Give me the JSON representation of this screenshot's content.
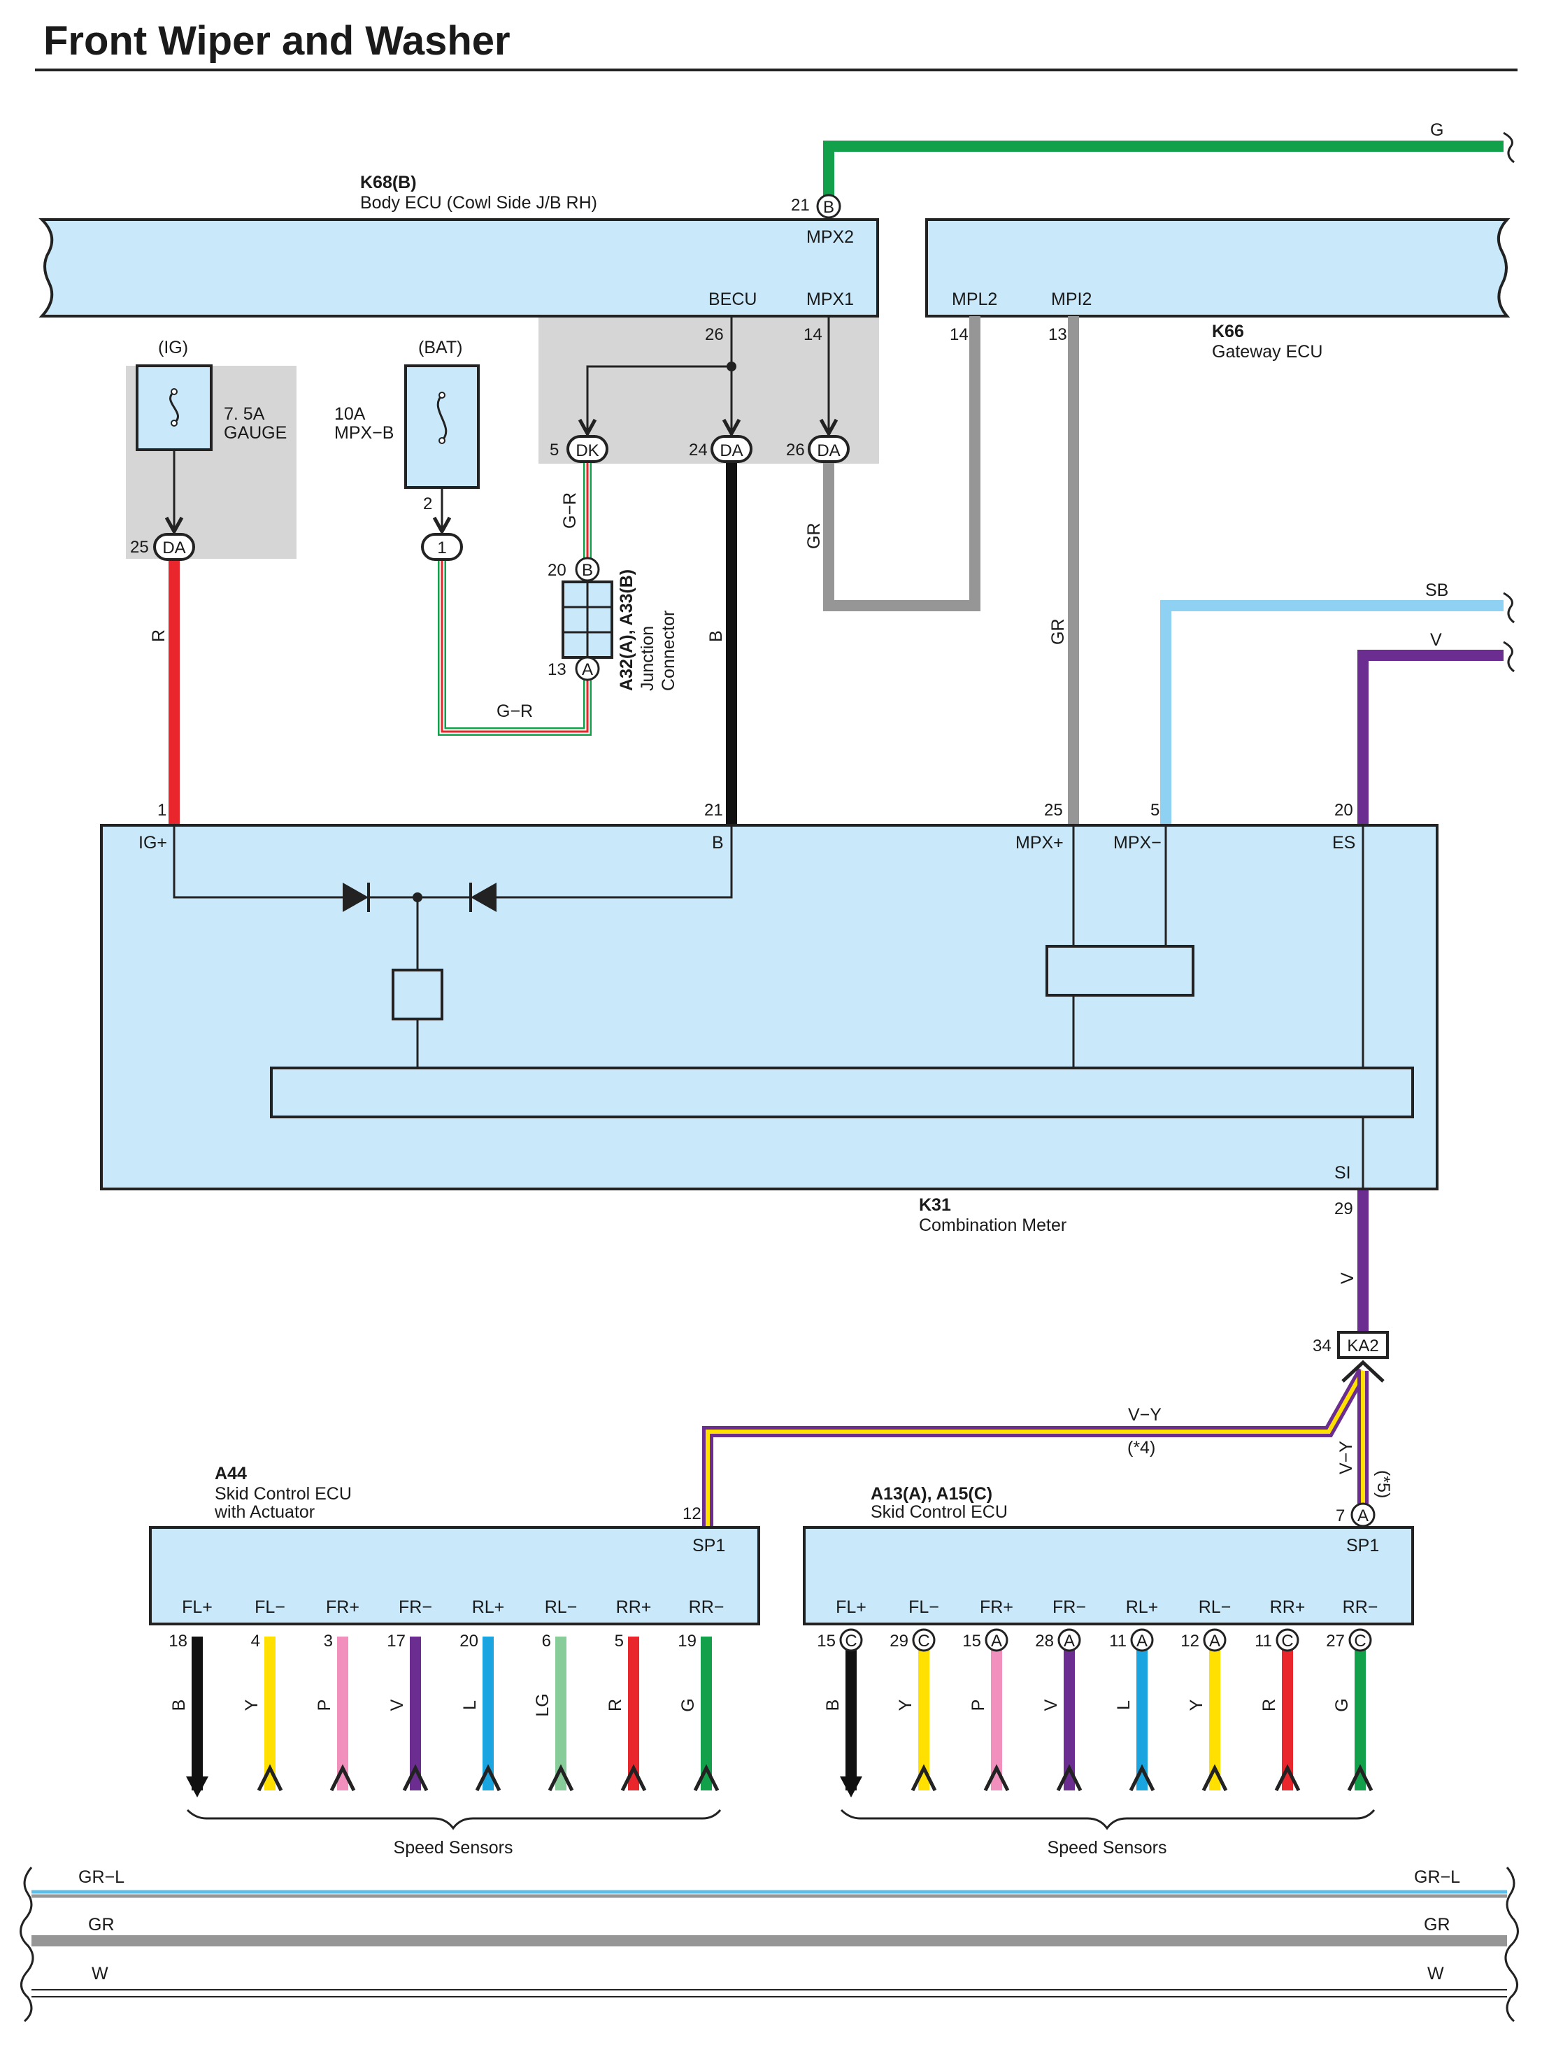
{
  "title": "Front Wiper and Washer",
  "colors": {
    "ecu_fill": "#c9e8f9",
    "junction_gray": "#d6d6d6",
    "wire_G": "#12a04a",
    "wire_R": "#e8262b",
    "wire_B": "#111111",
    "wire_GR": "#969696",
    "wire_SB": "#8fd1f3",
    "wire_V": "#6c2d91",
    "wire_Y": "#ffe000",
    "wire_P": "#f190bd",
    "wire_L": "#1aa4e0",
    "wire_LG": "#88cc9a",
    "wire_W": "#ffffff"
  },
  "components": {
    "body_ecu": {
      "code": "K68(B)",
      "name": "Body ECU (Cowl Side J/B RH)",
      "pins": {
        "mpx2": "MPX2",
        "becu": "BECU",
        "mpx1": "MPX1"
      }
    },
    "gateway_ecu": {
      "code": "K66",
      "name": "Gateway ECU",
      "pins": {
        "mpl2": "MPL2",
        "mpi2": "MPI2"
      }
    },
    "combination_meter": {
      "code": "K31",
      "name": "Combination Meter",
      "pins": {
        "ig": "IG+",
        "b": "B",
        "mpxp": "MPX+",
        "mpxm": "MPX−",
        "es": "ES",
        "si": "SI"
      }
    },
    "junction_connector": {
      "code": "A32(A), A33(B)",
      "name_line1": "Junction",
      "name_line2": "Connector"
    },
    "skid_a44": {
      "code": "A44",
      "name_line1": "Skid Control ECU",
      "name_line2": "with Actuator"
    },
    "skid_a13": {
      "code": "A13(A), A15(C)",
      "name": "Skid Control ECU"
    },
    "fuse_ig": {
      "source": "(IG)",
      "rating": "7. 5A",
      "name": "GAUGE"
    },
    "fuse_bat": {
      "source": "(BAT)",
      "rating": "10A",
      "name": "MPX−B"
    }
  },
  "pin_numbers": {
    "mpx2": "21",
    "becu": "26",
    "mpx1": "14",
    "mpl2": "14",
    "mpi2": "13",
    "dk": "5",
    "da24": "24",
    "da26": "26",
    "da25": "25",
    "fuse_bat_out": "2",
    "jc_b": "20",
    "jc_a": "13",
    "meter_ig": "1",
    "meter_b": "21",
    "meter_mpxp": "25",
    "meter_mpxm": "5",
    "meter_es": "20",
    "meter_si": "29",
    "ka2": "34",
    "a44_sp1": "12",
    "a13_sp1": "7"
  },
  "connectors": {
    "b": "B",
    "dk": "DK",
    "da": "DA",
    "one": "1",
    "a": "A",
    "c": "C",
    "ka2": "KA2"
  },
  "wire_labels": {
    "g": "G",
    "sb": "SB",
    "v": "V",
    "r": "R",
    "gr_r": "G−R",
    "b": "B",
    "gr": "GR",
    "v_y": "V−Y",
    "note4": "(*4)",
    "note5": "(*5)"
  },
  "sp1_label": "SP1",
  "sensor_pins": [
    "FL+",
    "FL−",
    "FR+",
    "FR−",
    "RL+",
    "RL−",
    "RR+",
    "RR−"
  ],
  "a44_sensors": [
    {
      "pin": "18",
      "wire": "B"
    },
    {
      "pin": "4",
      "wire": "Y"
    },
    {
      "pin": "3",
      "wire": "P"
    },
    {
      "pin": "17",
      "wire": "V"
    },
    {
      "pin": "20",
      "wire": "L"
    },
    {
      "pin": "6",
      "wire": "LG"
    },
    {
      "pin": "5",
      "wire": "R"
    },
    {
      "pin": "19",
      "wire": "G"
    }
  ],
  "a13_sensors": [
    {
      "pin": "15",
      "conn": "C",
      "wire": "B"
    },
    {
      "pin": "29",
      "conn": "C",
      "wire": "Y"
    },
    {
      "pin": "15",
      "conn": "A",
      "wire": "P"
    },
    {
      "pin": "28",
      "conn": "A",
      "wire": "V"
    },
    {
      "pin": "11",
      "conn": "A",
      "wire": "L"
    },
    {
      "pin": "12",
      "conn": "A",
      "wire": "Y"
    },
    {
      "pin": "11",
      "conn": "C",
      "wire": "R"
    },
    {
      "pin": "27",
      "conn": "C",
      "wire": "G"
    }
  ],
  "speed_sensors_label": "Speed Sensors",
  "bus_lines": [
    "GR−L",
    "GR",
    "W"
  ]
}
